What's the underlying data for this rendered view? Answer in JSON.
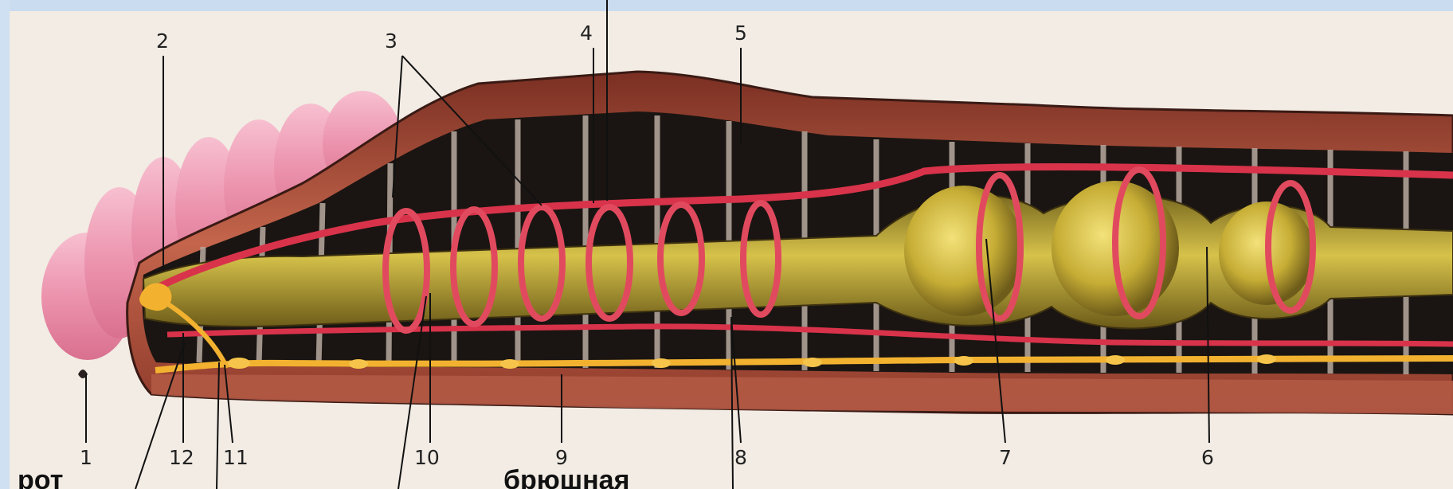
{
  "figure": {
    "numbered_labels": [
      "1",
      "2",
      "3",
      "4",
      "5",
      "6",
      "7",
      "8",
      "9",
      "10",
      "11",
      "12"
    ],
    "captions": {
      "mouth": "рот",
      "ventral": "брюшная"
    }
  },
  "colors": {
    "background": "#f2ece4",
    "frame": "#c9dcf0",
    "body_pink": "#ef9bb5",
    "muscle_wall": "#b4553e",
    "gut_yellow": "#c9b33a",
    "blood_vessel": "#d8334a",
    "nerve_cord": "#f2b230"
  }
}
